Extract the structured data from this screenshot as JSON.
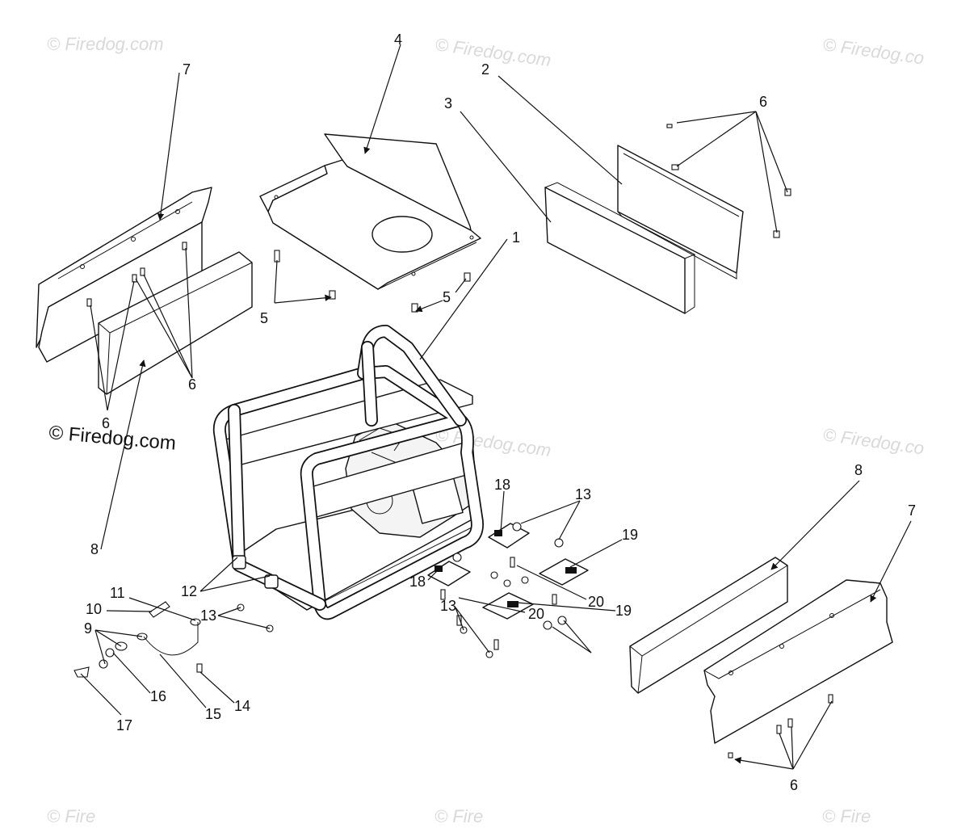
{
  "watermark": {
    "text": "© Firedog.com",
    "faint_text": "© Firedog.com",
    "faint_text_short": "© Firedog.com",
    "faint_text_cut": "© Firedog.co",
    "faint_text_bottom": "© Fire"
  },
  "callouts": {
    "c1": "1",
    "c2": "2",
    "c3": "3",
    "c4": "4",
    "c5a": "5",
    "c5b": "5",
    "c6a": "6",
    "c6b": "6",
    "c6c": "6",
    "c6d": "6",
    "c7a": "7",
    "c7b": "7",
    "c8a": "8",
    "c8b": "8",
    "c9": "9",
    "c10": "10",
    "c11": "11",
    "c12": "12",
    "c13a": "13",
    "c13b": "13",
    "c13c": "13",
    "c14": "14",
    "c15": "15",
    "c16": "16",
    "c17": "17",
    "c18a": "18",
    "c18b": "18",
    "c19a": "19",
    "c19b": "19",
    "c20a": "20",
    "c20b": "20"
  }
}
